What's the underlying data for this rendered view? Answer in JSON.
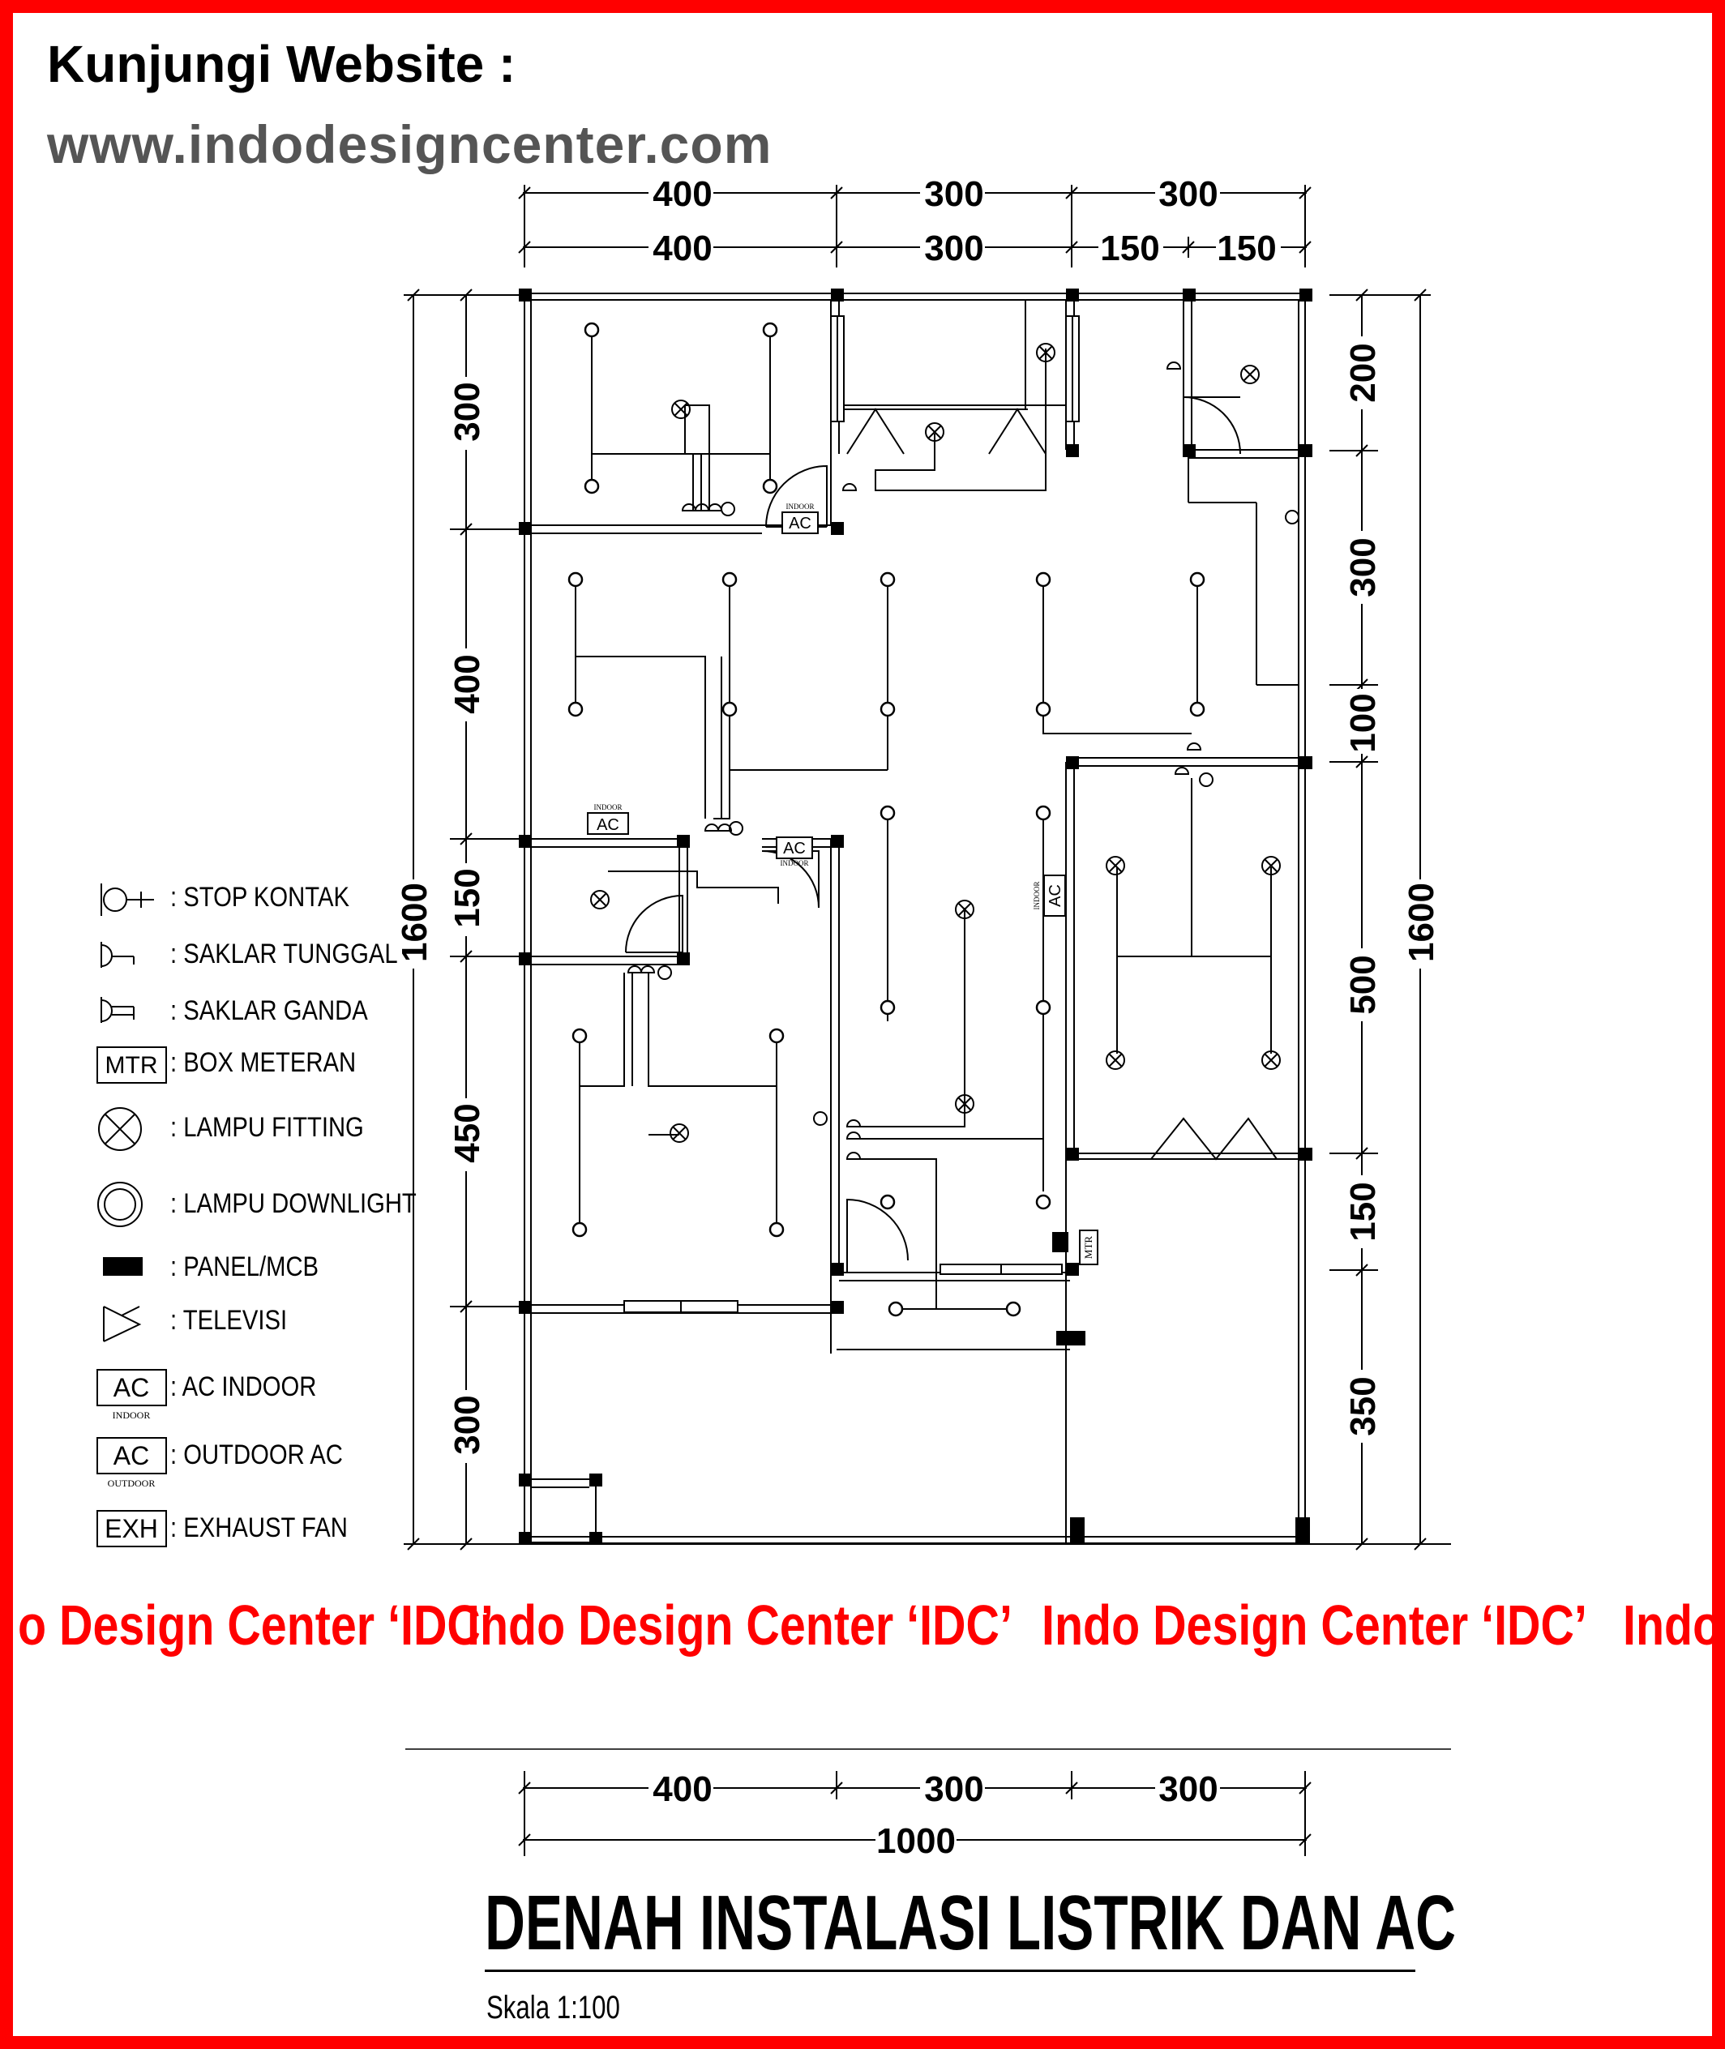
{
  "header": {
    "line1": "Kunjungi Website :",
    "line2": "www.indodesigncenter.com"
  },
  "dimensions": {
    "top_row1": [
      "400",
      "300",
      "300"
    ],
    "top_row2": [
      "400",
      "300",
      "150",
      "150"
    ],
    "left": [
      "300",
      "400",
      "150",
      "450",
      "300"
    ],
    "left_total": "1600",
    "right": [
      "200",
      "300",
      "100",
      "500",
      "150",
      "350"
    ],
    "right_total": "1600",
    "bottom_row": [
      "400",
      "300",
      "300"
    ],
    "bottom_total": "1000"
  },
  "plan_labels": {
    "ac": "AC",
    "indoor": "INDOOR",
    "mtr": "MTR"
  },
  "legend": [
    {
      "symbol": "stop-kontak-icon",
      "label": ": STOP KONTAK"
    },
    {
      "symbol": "saklar-tunggal-icon",
      "label": ": SAKLAR TUNGGAL"
    },
    {
      "symbol": "saklar-ganda-icon",
      "label": ": SAKLAR GANDA"
    },
    {
      "symbol": "box-meteran-icon",
      "symbol_text": "MTR",
      "label": ": BOX METERAN"
    },
    {
      "symbol": "lampu-fitting-icon",
      "label": ": LAMPU FITTING"
    },
    {
      "symbol": "lampu-downlight-icon",
      "label": ": LAMPU DOWNLIGHT"
    },
    {
      "symbol": "panel-mcb-icon",
      "label": ": PANEL/MCB"
    },
    {
      "symbol": "televisi-icon",
      "label": ": TELEVISI"
    },
    {
      "symbol": "ac-indoor-icon",
      "symbol_text": "AC",
      "sub_text": "INDOOR",
      "label": ": AC INDOOR"
    },
    {
      "symbol": "ac-outdoor-icon",
      "symbol_text": "AC",
      "sub_text": "OUTDOOR",
      "label": ": OUTDOOR AC"
    },
    {
      "symbol": "exhaust-fan-icon",
      "symbol_text": "EXH",
      "label": ": EXHAUST FAN"
    }
  ],
  "watermark": {
    "text": "Indo Design Center ‘IDC’",
    "partial_left": "o Design Center ‘IDC’",
    "partial_right": "Indo"
  },
  "title": "DENAH INSTALASI LISTRIK DAN AC",
  "scale": "Skala 1:100",
  "colors": {
    "frame": "#ff0000",
    "watermark": "#ff0000",
    "url_grey": "#555555"
  }
}
